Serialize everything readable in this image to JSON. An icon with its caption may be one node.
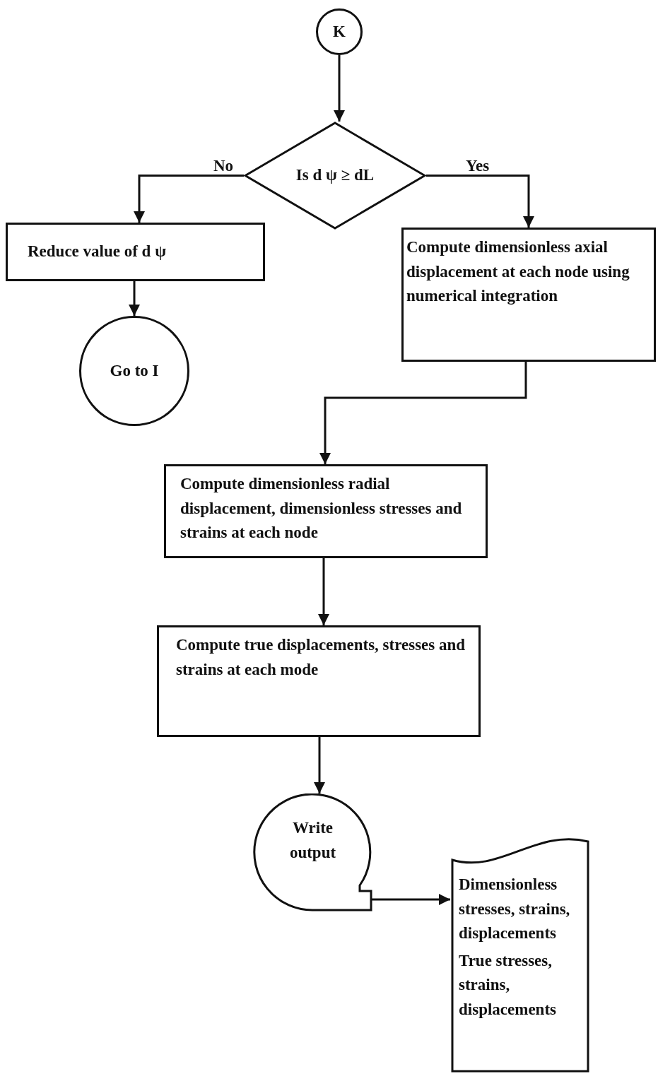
{
  "diagram": {
    "nodes": [
      {
        "text": [
          "K"
        ]
      },
      {
        "text": [
          "Is d ψ ≥ dL"
        ]
      },
      {
        "text": [
          "Reduce value of d ψ"
        ]
      },
      {
        "text": [
          "Go to I"
        ]
      },
      {
        "text": [
          "Compute dimensionless axial displacement at each node using numerical integration"
        ]
      },
      {
        "text": [
          "Compute dimensionless radial displacement, dimensionless stresses and strains at each node"
        ]
      },
      {
        "text": [
          "Compute true displacements, stresses and strains at each mode"
        ]
      },
      {
        "text": [
          "Write output"
        ]
      },
      {
        "text": [
          "Dimensionless stresses, strains, displacements",
          "True stresses, strains, displacements"
        ]
      }
    ],
    "edges": [
      {
        "from": 0,
        "to": 1,
        "arrow": "to"
      },
      {
        "from": 1,
        "to": 2,
        "arrow": "to",
        "label": "No"
      },
      {
        "from": 2,
        "to": 3,
        "arrow": "to"
      },
      {
        "from": 1,
        "to": 4,
        "arrow": "to",
        "label": "Yes"
      },
      {
        "from": 4,
        "to": 5,
        "arrow": "to"
      },
      {
        "from": 5,
        "to": 6,
        "arrow": "to"
      },
      {
        "from": 6,
        "to": 7,
        "arrow": "to"
      },
      {
        "from": 7,
        "to": 8,
        "arrow": "to"
      }
    ]
  }
}
